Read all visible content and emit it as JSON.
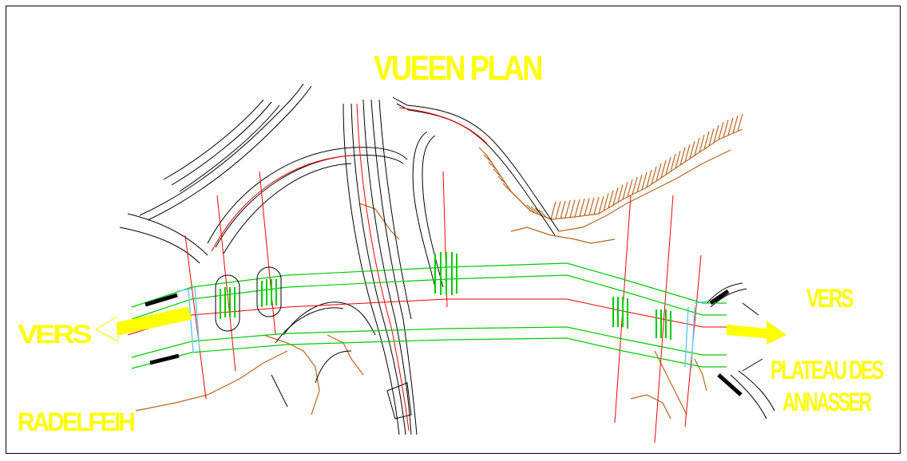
{
  "title": "VUEEN PLAN",
  "labels": {
    "left_vers": "VERS",
    "left_destination": "RADELFEIH",
    "right_vers": "VERS",
    "right_destination_line1": "PLATEAU DES",
    "right_destination_line2": "ANNASSER"
  },
  "colors": {
    "label": "#ffff00",
    "road_outline": "#000000",
    "axis": "#ff0000",
    "bridge": "#00cc00",
    "terrain": "#b8651d",
    "abutment": "#66ccee"
  }
}
